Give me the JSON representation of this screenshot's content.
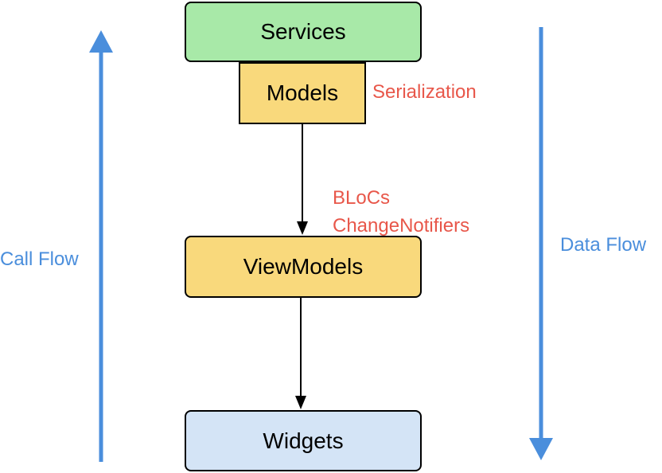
{
  "colors": {
    "services_fill": "#a8e9a8",
    "models_fill": "#f9d97c",
    "viewmodels_fill": "#f9d97c",
    "widgets_fill": "#d4e4f6",
    "annotation_red": "#e8574a",
    "flow_blue": "#4a8edc",
    "arrow_black": "#000000"
  },
  "boxes": {
    "services": "Services",
    "models": "Models",
    "viewmodels": "ViewModels",
    "widgets": "Widgets"
  },
  "annotations": {
    "serialization": "Serialization",
    "blocs": "BLoCs",
    "change_notifiers": "ChangeNotifiers"
  },
  "flows": {
    "call_flow": "Call Flow",
    "data_flow": "Data Flow"
  },
  "edges": [
    {
      "from": "models",
      "to": "viewmodels"
    },
    {
      "from": "viewmodels",
      "to": "widgets"
    }
  ]
}
